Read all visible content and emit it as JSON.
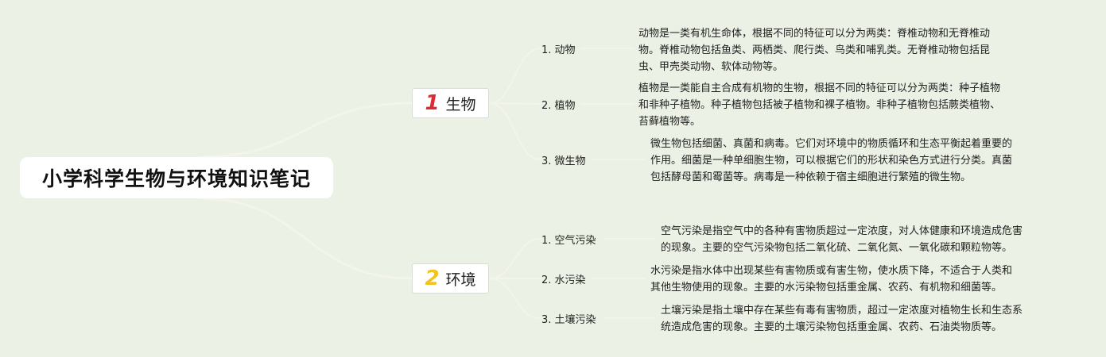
{
  "title": "小学科学生物与环境知识笔记",
  "colors": {
    "background": "#ecf1e5",
    "connector": "#f3f4ec",
    "number_1": "#e02a33",
    "number_2": "#f2c21d"
  },
  "branches": [
    {
      "number": "1",
      "label": "生物",
      "items": [
        {
          "label": "1. 动物",
          "lines": [
            "动物是一类有机生命体，根据不同的特征可以分为两类：脊椎动物和无脊椎动",
            "物。脊椎动物包括鱼类、两栖类、爬行类、鸟类和哺乳类。无脊椎动物包括昆",
            "虫、甲壳类动物、软体动物等。"
          ]
        },
        {
          "label": "2. 植物",
          "lines": [
            "植物是一类能自主合成有机物的生物，根据不同的特征可以分为两类：种子植物",
            "和非种子植物。种子植物包括被子植物和裸子植物。非种子植物包括蕨类植物、",
            "苔藓植物等。"
          ]
        },
        {
          "label": "3. 微生物",
          "lines": [
            "微生物包括细菌、真菌和病毒。它们对环境中的物质循环和生态平衡起着重要的",
            "作用。细菌是一种单细胞生物，可以根据它们的形状和染色方式进行分类。真菌",
            "包括酵母菌和霉菌等。病毒是一种依赖于宿主细胞进行繁殖的微生物。"
          ]
        }
      ]
    },
    {
      "number": "2",
      "label": "环境",
      "items": [
        {
          "label": "1. 空气污染",
          "lines": [
            "空气污染是指空气中的各种有害物质超过一定浓度，对人体健康和环境造成危害",
            "的现象。主要的空气污染物包括二氧化硫、二氧化氮、一氧化碳和颗粒物等。"
          ]
        },
        {
          "label": "2. 水污染",
          "lines": [
            "水污染是指水体中出现某些有害物质或有害生物，使水质下降，不适合于人类和",
            "其他生物使用的现象。主要的水污染物包括重金属、农药、有机物和细菌等。"
          ]
        },
        {
          "label": "3. 土壤污染",
          "lines": [
            "土壤污染是指土壤中存在某些有毒有害物质，超过一定浓度对植物生长和生态系",
            "统造成危害的现象。主要的土壤污染物包括重金属、农药、石油类物质等。"
          ]
        }
      ]
    }
  ]
}
